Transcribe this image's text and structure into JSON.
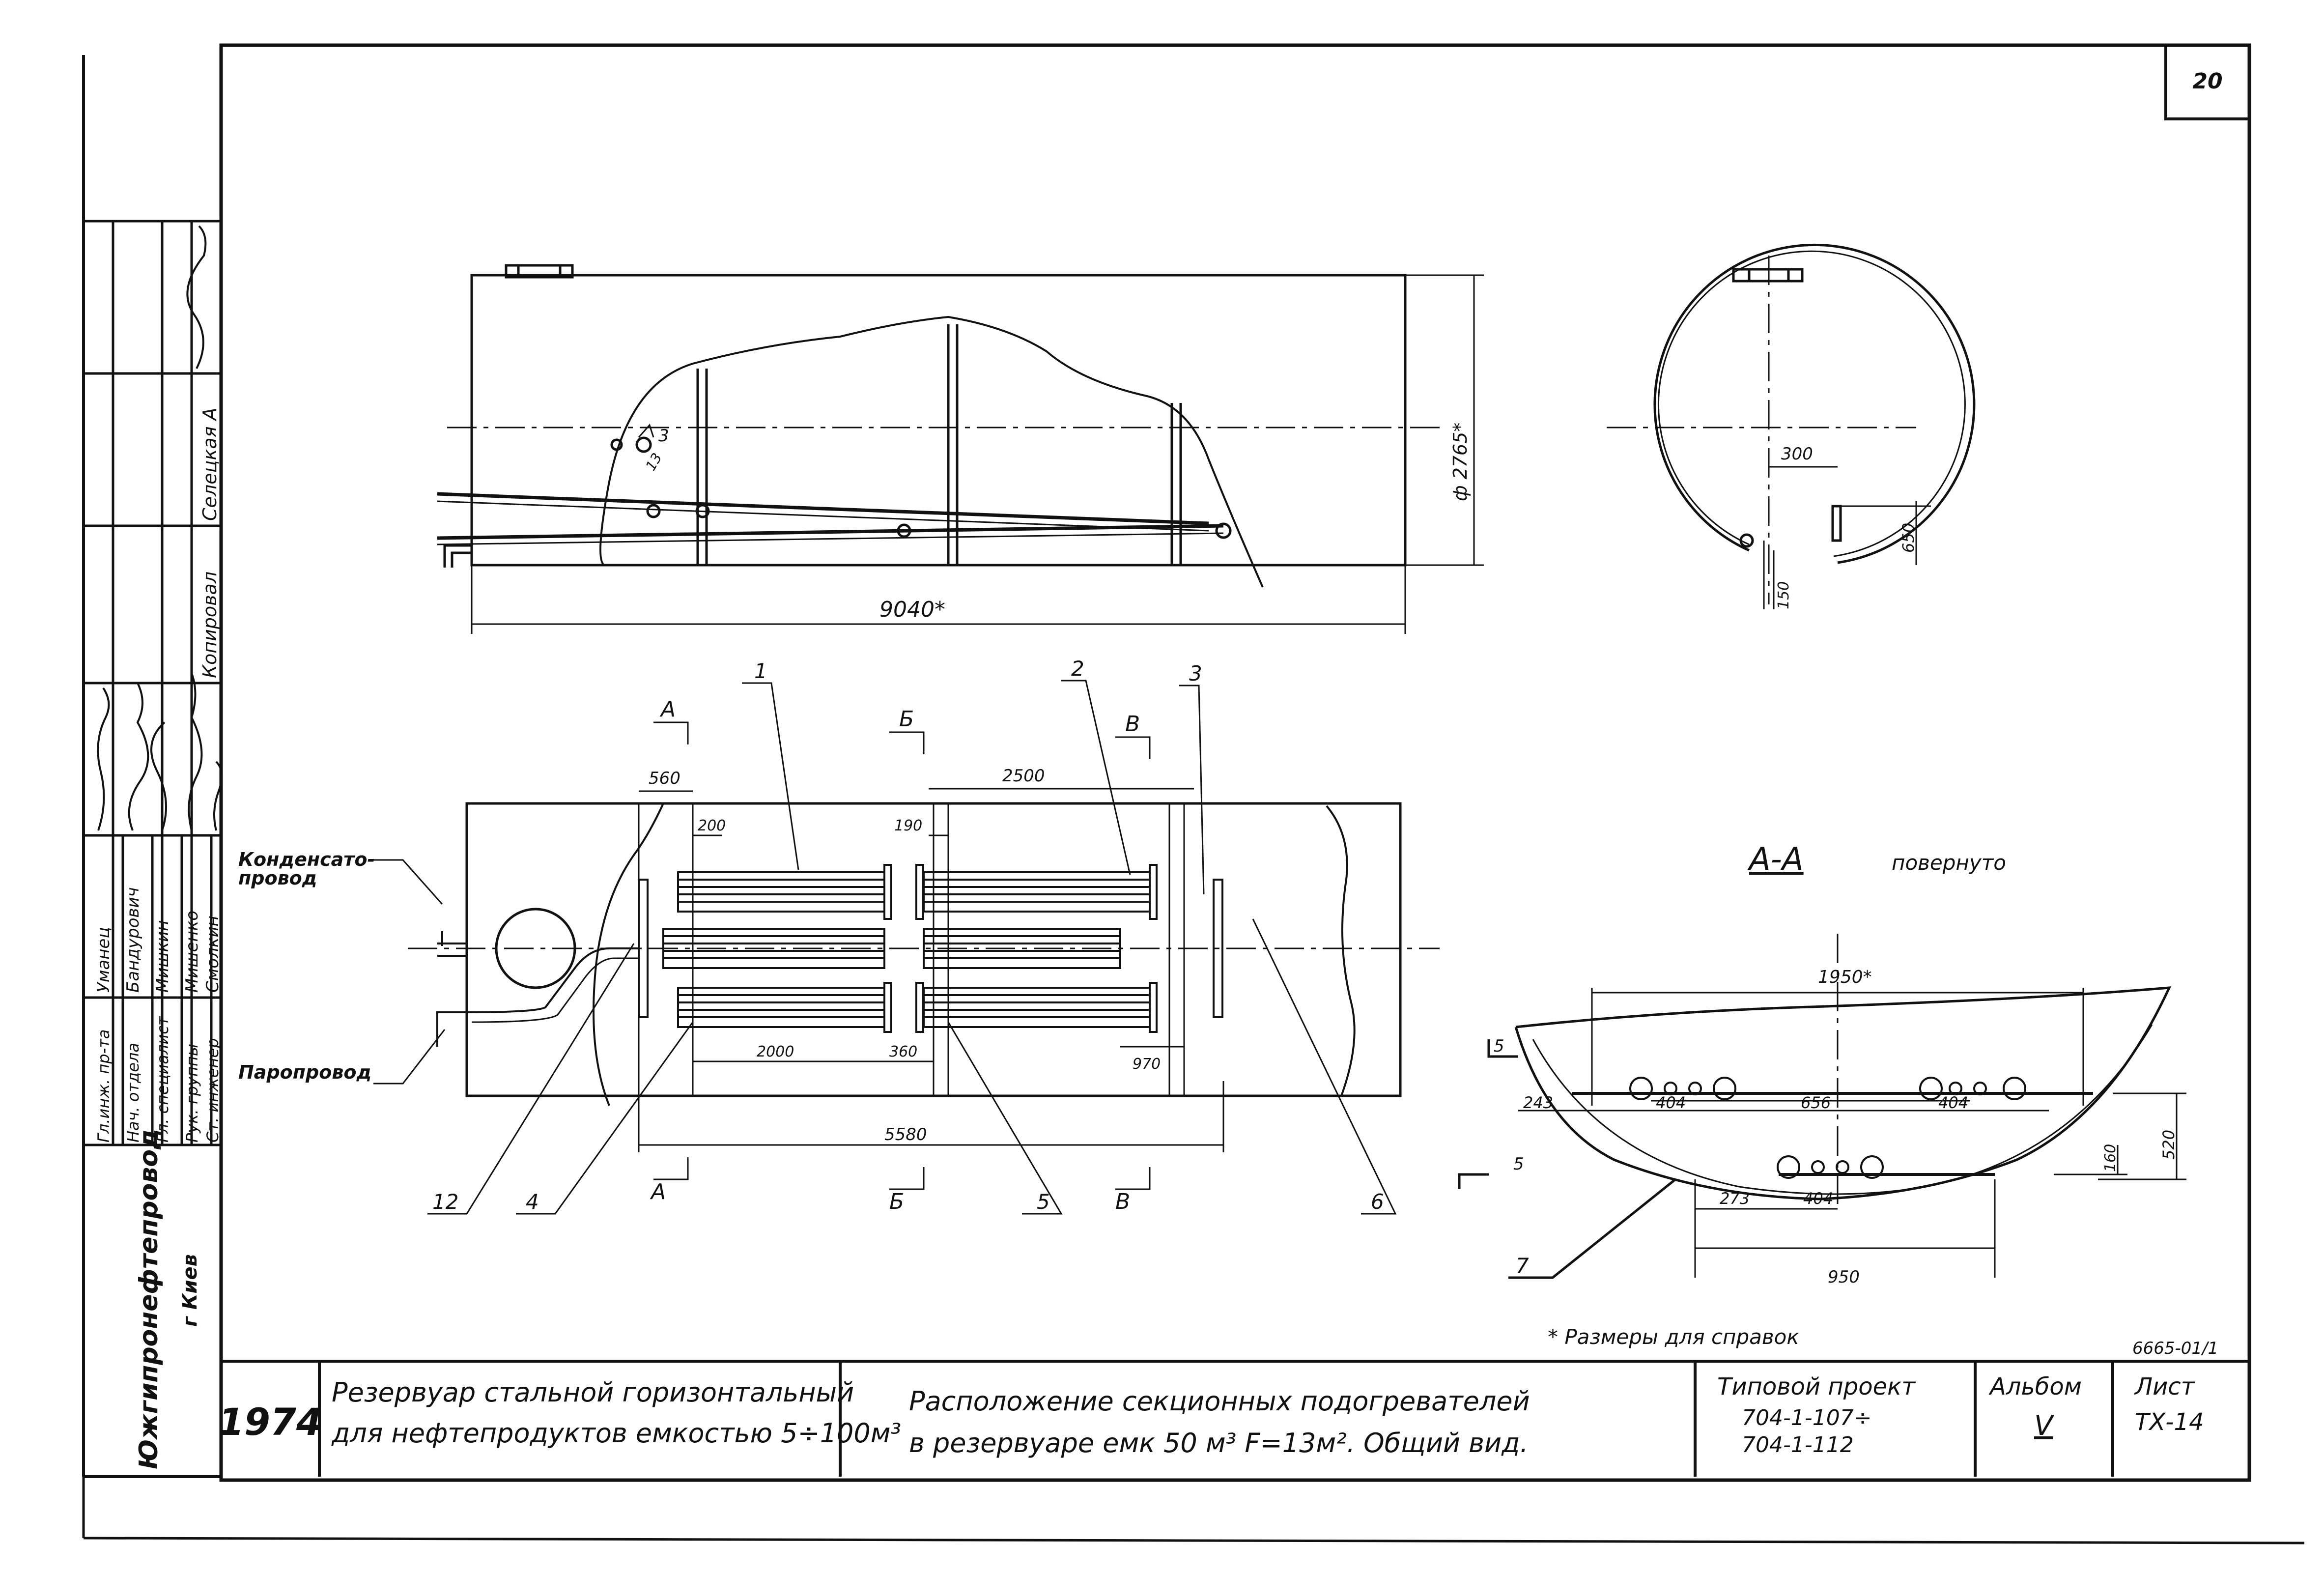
{
  "sheet": {
    "sheet_number": "20",
    "stamp_number": "6665-01/1"
  },
  "side_block": {
    "names": [
      "Уманец",
      "Бандурович",
      "Мишкин",
      "Мишенко",
      "Смолкин"
    ],
    "positions": [
      "Гл.инж. пр-та",
      "Нач. отдела",
      "Гл. специалист",
      "Рук. группы",
      "Ст. инженер"
    ],
    "copy_label": "Копировал",
    "copy_name": "Селецкая А",
    "organization": "Южгипронефтепровод",
    "city": "г Киев"
  },
  "top_view": {
    "length_dim": "9040*",
    "diameter_dim": "ф 2765*",
    "weld_mark": "3",
    "weld_sub": "13"
  },
  "circle_view": {
    "dim_300": "300",
    "dim_650": "650",
    "dim_150": "150"
  },
  "plan_view": {
    "labels": [
      "Конденсато-",
      "провод",
      "Паропровод"
    ],
    "section_marks": [
      "А",
      "Б",
      "В"
    ],
    "dims": {
      "d560": "560",
      "d2500": "2500",
      "d200": "200",
      "d190": "190",
      "d2000": "2000",
      "d360": "360",
      "d970": "970",
      "d5580": "5580"
    },
    "callouts": [
      "1",
      "2",
      "3",
      "12",
      "4",
      "5",
      "6"
    ]
  },
  "section_aa": {
    "title": "А-А",
    "subtitle": "повернуто",
    "dims": {
      "d1950": "1950*",
      "d243": "243",
      "d404a": "404",
      "d656": "656",
      "d404b": "404",
      "d520": "520",
      "d160": "160",
      "d273": "273",
      "d404c": "404",
      "d950": "950"
    },
    "weld_top": "5",
    "weld_bottom": "5",
    "callout": "7"
  },
  "footnote": "* Размеры для справок",
  "title_block": {
    "year": "1974",
    "name_line1": "Резервуар стальной горизонтальный",
    "name_line2": "для нефтепродуктов емкостью 5÷100м³",
    "desc_line1": "Расположение секционных подогревателей",
    "desc_line2": "в резервуаре емк 50 м³ F=13м². Общий вид.",
    "project_label": "Типовой проект",
    "project_num1": "704-1-107÷",
    "project_num2": "704-1-112",
    "album_label": "Альбом",
    "album_value": "V",
    "sheet_label": "Лист",
    "sheet_value": "ТХ-14"
  }
}
